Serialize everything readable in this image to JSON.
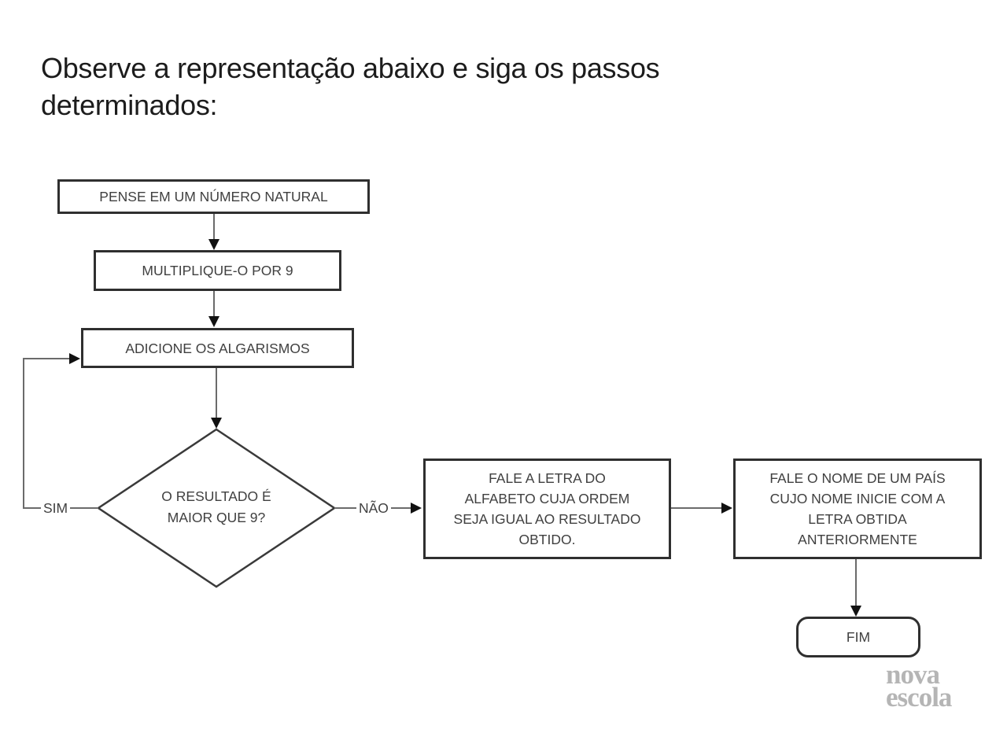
{
  "title": "Observe a representação abaixo e siga os passos determinados:",
  "flowchart": {
    "nodes": {
      "start": {
        "label": "PENSE EM UM NÚMERO NATURAL"
      },
      "multiply": {
        "label": "MULTIPLIQUE-O POR 9"
      },
      "add": {
        "label": "ADICIONE OS ALGARISMOS"
      },
      "decision": {
        "lines": [
          "O RESULTADO É",
          "MAIOR QUE 9?"
        ]
      },
      "letter": {
        "lines": [
          "FALE A LETRA DO",
          "ALFABETO CUJA ORDEM",
          "SEJA IGUAL AO RESULTADO",
          "OBTIDO."
        ]
      },
      "country": {
        "lines": [
          "FALE O NOME DE UM PAÍS",
          "CUJO NOME INICIE COM A",
          "LETRA OBTIDA",
          "ANTERIORMENTE"
        ]
      },
      "end": {
        "label": "FIM"
      }
    },
    "edge_labels": {
      "yes": "SIM",
      "no": "NÃO"
    }
  },
  "logo": {
    "line1": "nova",
    "line2": "escola"
  },
  "colors": {
    "background": "#ffffff",
    "box_border": "#2f2f2f",
    "diamond_border": "#3a3a3a",
    "connector_line": "#6b6b6b",
    "arrowhead": "#111111",
    "node_text": "#404040",
    "title_text": "#1c1c1c",
    "logo_text": "#b5b5b5"
  }
}
